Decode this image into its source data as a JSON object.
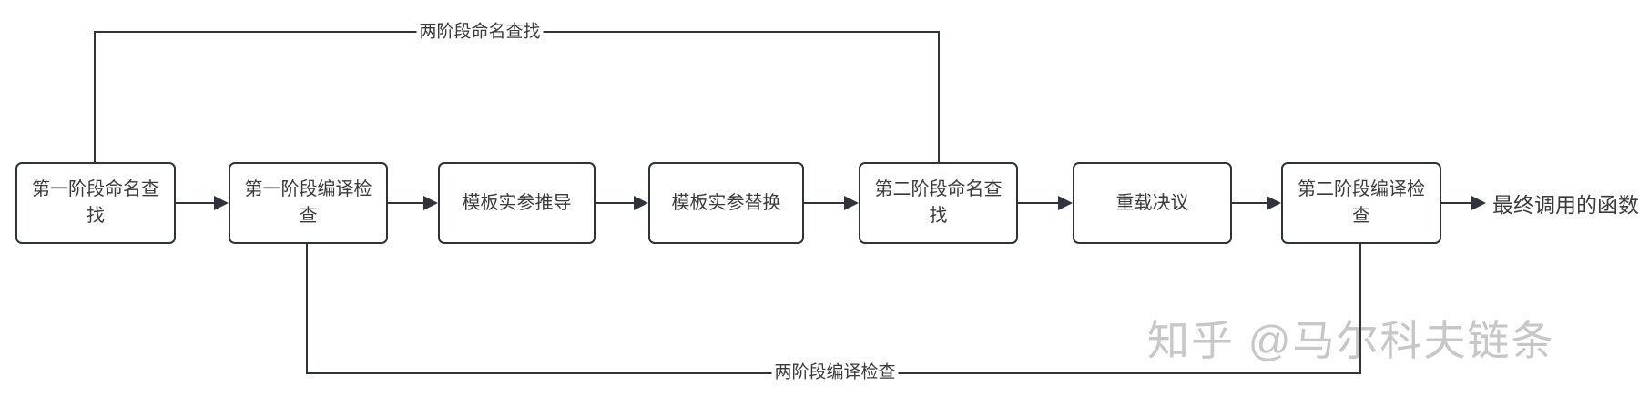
{
  "diagram": {
    "boxes": [
      {
        "label": "第一阶段命名查找"
      },
      {
        "label": "第一阶段编译检查"
      },
      {
        "label": "模板实参推导"
      },
      {
        "label": "模板实参替换"
      },
      {
        "label": "第二阶段命名查找"
      },
      {
        "label": "重载决议"
      },
      {
        "label": "第二阶段编译检查"
      }
    ],
    "edges": {
      "top_label": "两阶段命名查找",
      "bottom_label": "两阶段编译检查"
    },
    "output": {
      "label": "最终调用的函数"
    },
    "colors": {
      "line": "#30343a",
      "box_border": "#30343a",
      "text": "#3a3a3a",
      "watermark": "#c7c7c7",
      "background": "#ffffff"
    }
  },
  "watermark": {
    "text": "知乎 @马尔科夫链条"
  }
}
